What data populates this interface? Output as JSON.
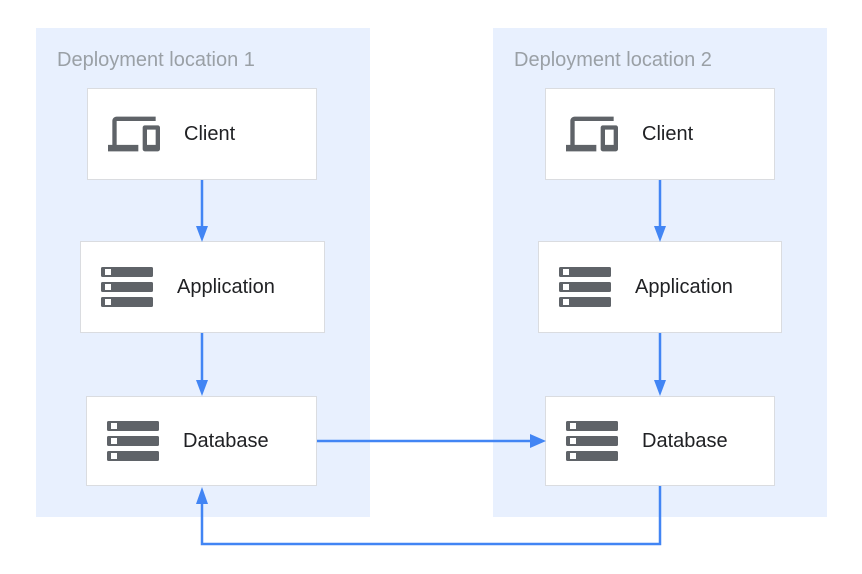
{
  "diagram": {
    "groups": [
      {
        "title": "Deployment location 1",
        "nodes": [
          {
            "label": "Client",
            "icon": "devices-icon"
          },
          {
            "label": "Application",
            "icon": "server-stack-icon"
          },
          {
            "label": "Database",
            "icon": "server-stack-icon"
          }
        ]
      },
      {
        "title": "Deployment location 2",
        "nodes": [
          {
            "label": "Client",
            "icon": "devices-icon"
          },
          {
            "label": "Application",
            "icon": "server-stack-icon"
          },
          {
            "label": "Database",
            "icon": "server-stack-icon"
          }
        ]
      }
    ],
    "edges": [
      {
        "from": "location1.client",
        "to": "location1.application",
        "direction": "down"
      },
      {
        "from": "location1.application",
        "to": "location1.database",
        "direction": "down"
      },
      {
        "from": "location2.client",
        "to": "location2.application",
        "direction": "down"
      },
      {
        "from": "location2.application",
        "to": "location2.database",
        "direction": "down"
      },
      {
        "from": "location1.database",
        "to": "location2.database",
        "direction": "right"
      },
      {
        "from": "location2.database",
        "to": "location1.database",
        "direction": "loop-bottom"
      }
    ],
    "colors": {
      "accent": "#4285f4",
      "panel": "#e8f0fe",
      "icon": "#5f6368",
      "border": "#dadce0",
      "muted": "#9aa0a6",
      "text": "#202124"
    }
  }
}
